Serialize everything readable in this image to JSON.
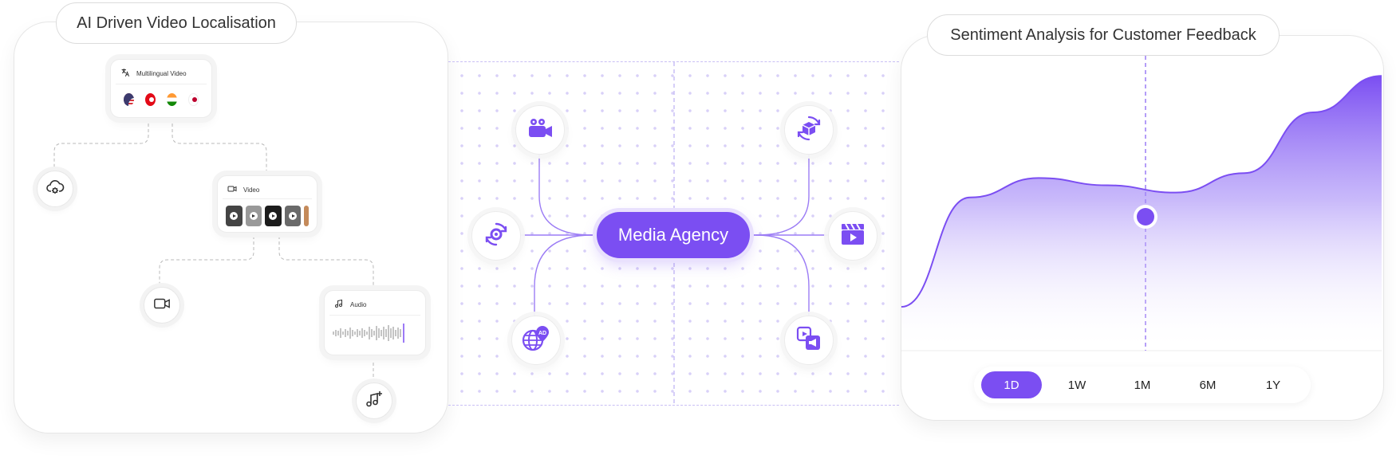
{
  "left": {
    "title": "AI Driven Video Localisation",
    "multilingual_label": "Multilingual Video",
    "video_label": "Video",
    "audio_label": "Audio"
  },
  "center": {
    "label": "Media Agency"
  },
  "right": {
    "title": "Sentiment Analysis for Customer Feedback",
    "ranges": [
      "1D",
      "1W",
      "1M",
      "6M",
      "1Y"
    ],
    "active_range": "1D",
    "sentiment_series": [
      0.0,
      0.45,
      0.53,
      0.5,
      0.47,
      0.55,
      0.8,
      0.95
    ]
  },
  "icons": {
    "translate": "translate-icon",
    "cloud_settings": "cloud-gear-icon",
    "camera": "camera-icon",
    "music_add": "music-add-icon",
    "video_camera": "video-camera-icon",
    "gear_refresh": "gear-refresh-icon",
    "globe_ad": "globe-ad-icon",
    "box_refresh": "box-refresh-icon",
    "clapper_play": "clapper-play-icon",
    "media_megaphone": "megaphone-icon"
  },
  "colors": {
    "accent": "#7b4ef2",
    "accent_light": "#e9e1fd",
    "flag_us": "#d9363e",
    "flag_tr": "#e30a17",
    "flag_in": "#ff9933",
    "flag_jp": "#bc002d"
  }
}
